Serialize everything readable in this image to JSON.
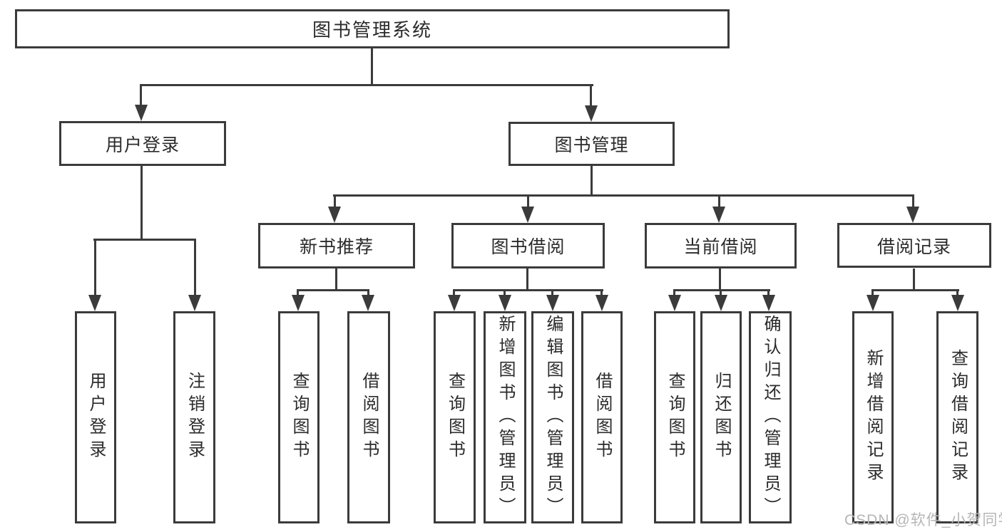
{
  "diagram": {
    "title": "图书管理系统",
    "root": {
      "label": "图书管理系统"
    },
    "level2": {
      "user_login": {
        "label": "用户登录"
      },
      "book_mgmt": {
        "label": "图书管理"
      }
    },
    "level3": {
      "new_book_rec": {
        "label": "新书推荐"
      },
      "book_borrow": {
        "label": "图书借阅"
      },
      "current_borrow": {
        "label": "当前借阅"
      },
      "borrow_records": {
        "label": "借阅记录"
      }
    },
    "leaves": {
      "user_login": [
        "用户登录",
        "注销登录"
      ],
      "new_book_rec": [
        "查询图书",
        "借阅图书"
      ],
      "book_borrow": [
        "查询图书",
        "新增图书（管理员）",
        "编辑图书（管理员）",
        "借阅图书"
      ],
      "current_borrow": [
        "查询图书",
        "归还图书",
        "确认归还（管理员）"
      ],
      "borrow_records": [
        "新增借阅记录",
        "查询借阅记录"
      ]
    }
  },
  "watermark": {
    "text": "CSDN @软件_小贺同学"
  },
  "colors": {
    "line": "#3b3b3b",
    "text": "#2b2b2b",
    "background": "#ffffff",
    "watermark": "#b6b6b6"
  }
}
